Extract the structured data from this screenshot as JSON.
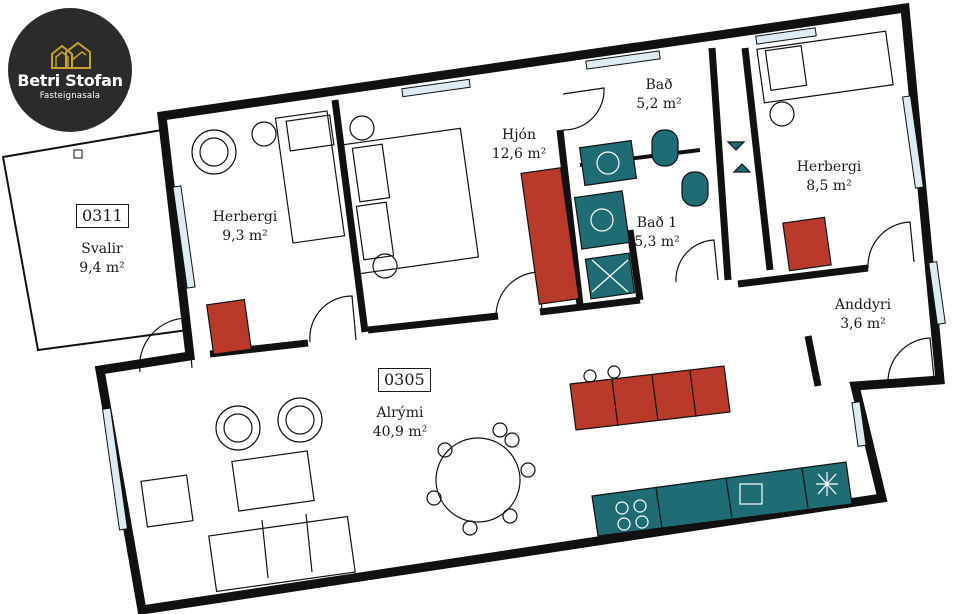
{
  "brand": {
    "name": "Betri Stofan",
    "tagline": "Fasteignasala",
    "colors": {
      "badge": "#2b2b2b",
      "gold": "#c9a227"
    }
  },
  "plan_colors": {
    "wall": "#111111",
    "window": "#dcecf2",
    "cabinet_red": "#b93a2b",
    "cabinet_teal": "#1f6c75"
  },
  "units": [
    {
      "number": "0311"
    },
    {
      "number": "0305"
    }
  ],
  "rooms": [
    {
      "name": "Svalir",
      "area": "9,4 m²"
    },
    {
      "name": "Herbergi",
      "area": "9,3 m²"
    },
    {
      "name": "Hjón",
      "area": "12,6 m²"
    },
    {
      "name": "Bað",
      "area": "5,2 m²"
    },
    {
      "name": "Bað 1",
      "area": "5,3 m²"
    },
    {
      "name": "Herbergi",
      "area": "8,5 m²"
    },
    {
      "name": "Anddyri",
      "area": "3,6 m²"
    },
    {
      "name": "Alrými",
      "area": "40,9 m²"
    }
  ]
}
